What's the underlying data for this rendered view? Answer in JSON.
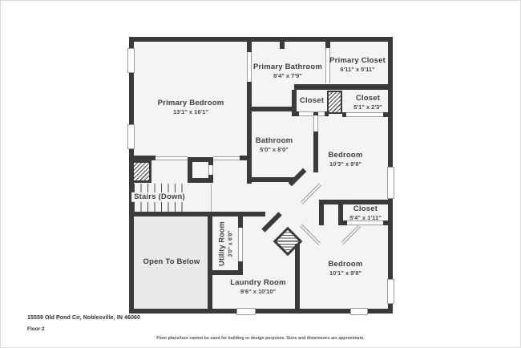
{
  "footer": {
    "address": "15559 Old Pond Cir, Noblesville, IN 46060",
    "floor_label": "Floor 2",
    "disclaimer": "Floor plans/tour cannot be used for building or design purposes. Sizes and dimensions are approximate."
  },
  "rooms": [
    {
      "name": "Primary Bedroom",
      "dims": "13'1\" x 16'1\""
    },
    {
      "name": "Primary Bathroom",
      "dims": "8'4\" x 7'9\""
    },
    {
      "name": "Primary Closet",
      "dims": "6'11\" x 5'11\""
    },
    {
      "name": "Closet",
      "dims": ""
    },
    {
      "name": "Closet",
      "dims": "5'1\" x 2'3\""
    },
    {
      "name": "Bathroom",
      "dims": "5'0\" x 8'0\""
    },
    {
      "name": "Bedroom",
      "dims": "10'3\" x 9'8\""
    },
    {
      "name": "Stairs (Down)",
      "dims": ""
    },
    {
      "name": "Open To Below",
      "dims": ""
    },
    {
      "name": "Utility Room",
      "dims": "3'0\" x 6'8\""
    },
    {
      "name": "Laundry Room",
      "dims": "9'6\" x 10'10\""
    },
    {
      "name": "Closet",
      "dims": "5'4\" x 1'11\""
    },
    {
      "name": "Bedroom",
      "dims": "10'1\" x 9'8\""
    }
  ],
  "colors": {
    "wall": "#3a3a3a",
    "floor": "#f4f4f4",
    "open_to_below": "#e9e9e9",
    "text": "#3d3d3d"
  }
}
